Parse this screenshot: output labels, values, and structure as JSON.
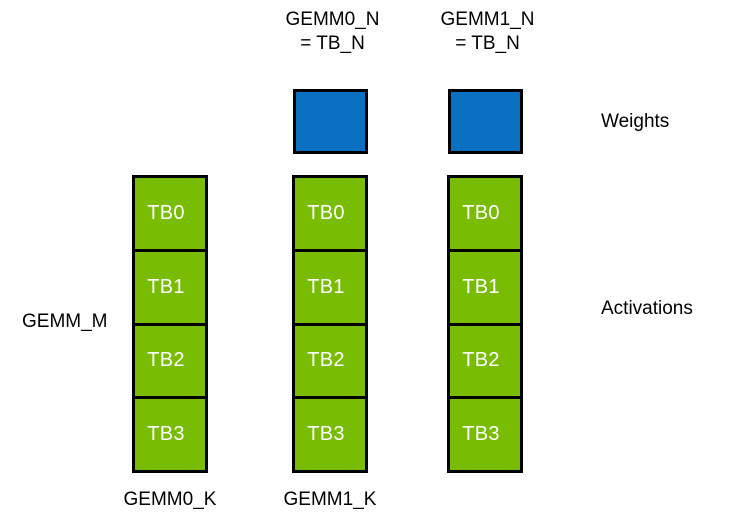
{
  "diagram": {
    "title_labels": {
      "gemm0_n": "GEMM0_N\n= TB_N",
      "gemm1_n": "GEMM1_N\n= TB_N"
    },
    "side_labels": {
      "weights": "Weights",
      "activations": "Activations",
      "gemm_m": "GEMM_M"
    },
    "bottom_labels": {
      "gemm0_k": "GEMM0_K",
      "gemm1_k": "GEMM1_K"
    },
    "colors": {
      "weight_fill": "#0A71C2",
      "activation_fill": "#79BC04",
      "border": "#000000",
      "cell_text": "#FFFFFF",
      "label_text": "#000000",
      "background": "#FFFFFF"
    },
    "weight_boxes": [
      {
        "name": "gemm0-weight-tile"
      },
      {
        "name": "gemm1-weight-tile"
      }
    ],
    "activation_columns": [
      {
        "name": "activation-column-0",
        "cells": [
          "TB0",
          "TB1",
          "TB2",
          "TB3"
        ]
      },
      {
        "name": "activation-column-1",
        "cells": [
          "TB0",
          "TB1",
          "TB2",
          "TB3"
        ]
      },
      {
        "name": "activation-column-2",
        "cells": [
          "TB0",
          "TB1",
          "TB2",
          "TB3"
        ]
      }
    ]
  }
}
